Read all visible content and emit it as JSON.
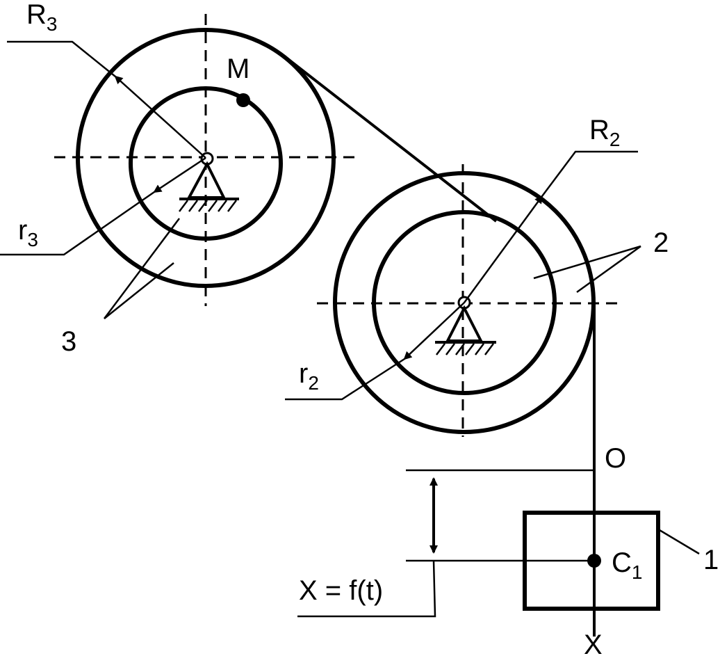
{
  "labels": {
    "R3": {
      "main": "R",
      "sub": "3"
    },
    "R2": {
      "main": "R",
      "sub": "2"
    },
    "r3": {
      "main": "r",
      "sub": "3"
    },
    "r2": {
      "main": "r",
      "sub": "2"
    },
    "M": "M",
    "O": "O",
    "X": "X",
    "C1": {
      "main": "C",
      "sub": "1"
    },
    "equation": "X = f(t)",
    "body1": "1",
    "body2": "2",
    "body3": "3"
  }
}
